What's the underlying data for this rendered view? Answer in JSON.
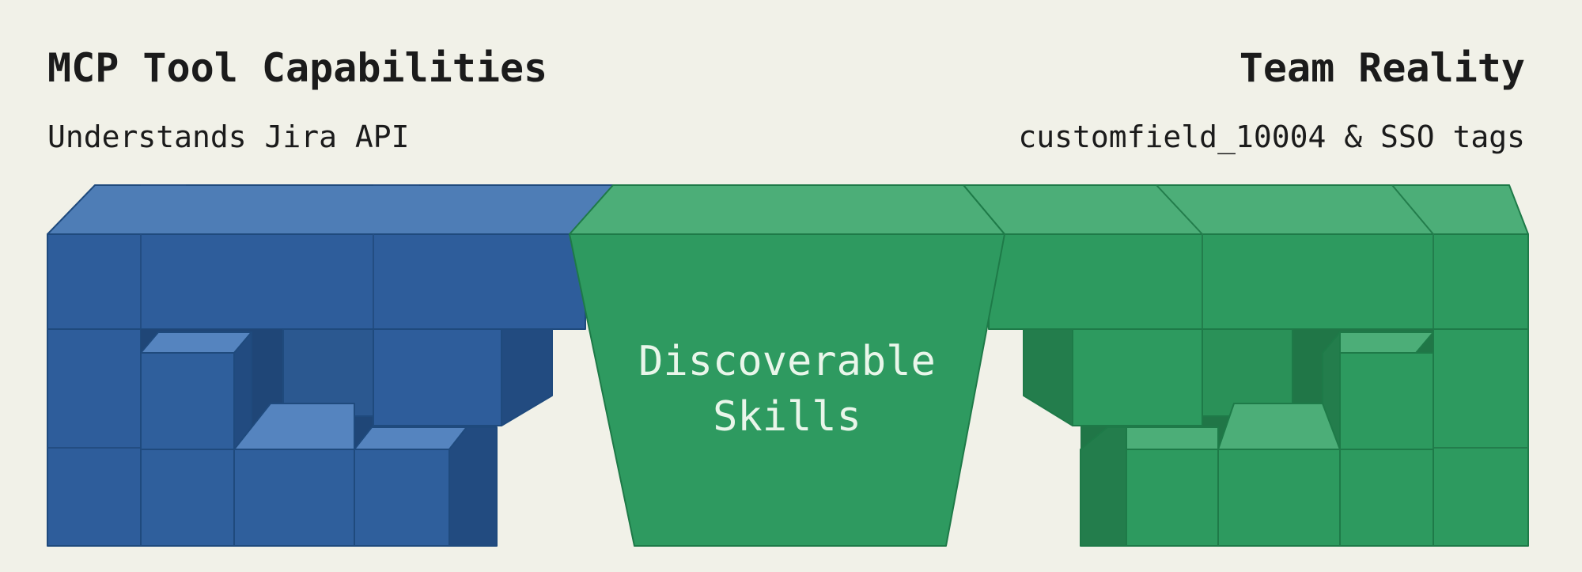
{
  "left_panel": {
    "title": "MCP Tool Capabilities",
    "subtitle": "Understands Jira API"
  },
  "right_panel": {
    "title": "Team Reality",
    "subtitle": "customfield_10004 & SSO tags"
  },
  "bridge": {
    "label_line1": "Discoverable",
    "label_line2": "Skills"
  },
  "colors": {
    "background": "#f1f1e8",
    "blue_block": "#2f5f9c",
    "green_block": "#2d9a5f",
    "text": "#1b1b1b"
  }
}
